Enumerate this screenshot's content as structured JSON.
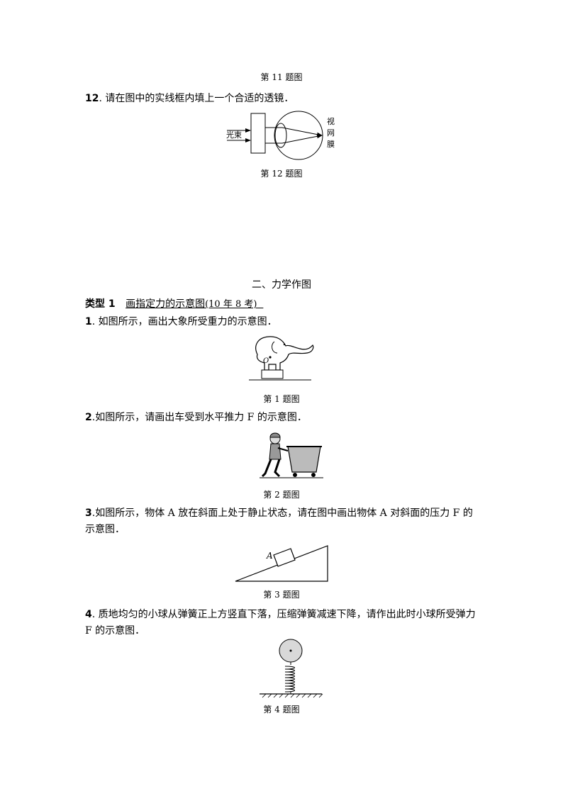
{
  "caption11": "第 11 题图",
  "q12": {
    "number": "12",
    "text": ". 请在图中的实线框内填上一个合适的透镜．"
  },
  "fig12": {
    "light_label": "光束",
    "retina_label": "视网膜"
  },
  "caption12": "第 12 题图",
  "section_title": "二、力学作图",
  "type1": {
    "label": "类型 1",
    "title": "画指定力的示意图",
    "note": "(10 年 8 考)"
  },
  "q1": {
    "number": "1",
    "text": ". 如图所示，画出大象所受重力的示意图．"
  },
  "fig1": {
    "center_label": "O"
  },
  "caption1": "第 1 题图",
  "q2": {
    "number": "2",
    "text": ".如图所示，请画出车受到水平推力 F 的示意图．"
  },
  "caption2": "第 2 题图",
  "q3": {
    "number": "3",
    "text": ".如图所示，物体 A 放在斜面上处于静止状态，请在图中画出物体 A 对斜面的压力 F 的示意图．"
  },
  "fig3": {
    "block_label": "A"
  },
  "caption3": "第 3 题图",
  "q4": {
    "number": "4",
    "text": ". 质地均匀的小球从弹簧正上方竖直下落，压缩弹簧减速下降，请作出此时小球所受弹力 F 的示意图．"
  },
  "caption4": "第 4 题图"
}
